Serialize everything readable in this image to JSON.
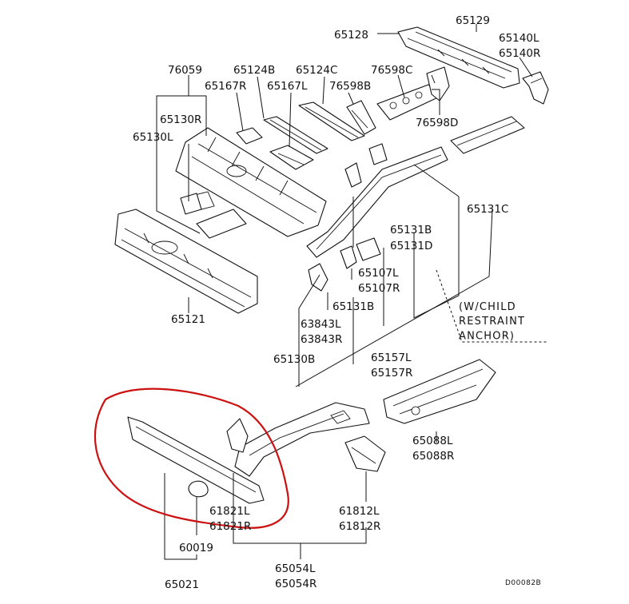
{
  "labels": {
    "p65128": "65128",
    "p65129": "65129",
    "p65140": "65140L\n65140R",
    "p76059": "76059",
    "p65124B": "65124B",
    "p65124C": "65124C",
    "p76598C": "76598C",
    "p65167R": "65167R",
    "p65167L": "65167L",
    "p76598B": "76598B",
    "p65130R": "65130R",
    "p65130L": "65130L",
    "p76598D": "76598D",
    "p65131C": "65131C",
    "p65131B_upper": "65131B",
    "p65131D": "65131D",
    "p65107": "65107L\n65107R",
    "p65131B_lower": "65131B",
    "p63843": "63843L\n63843R",
    "p65130B": "65130B",
    "p65157": "65157L\n65157R",
    "p65121": "65121",
    "p65088": "65088L\n65088R",
    "p61821": "61821L\n61821R",
    "p61812": "61812L\n61812R",
    "p60019": "60019",
    "p65054": "65054L\n65054R",
    "p65021": "65021"
  },
  "note": "(W/CHILD\nRESTRAINT\nANCHOR)",
  "diagram_code": "D00082B",
  "colors": {
    "line": "#111111",
    "highlight_circle": "#cc1111",
    "background": "#ffffff"
  }
}
